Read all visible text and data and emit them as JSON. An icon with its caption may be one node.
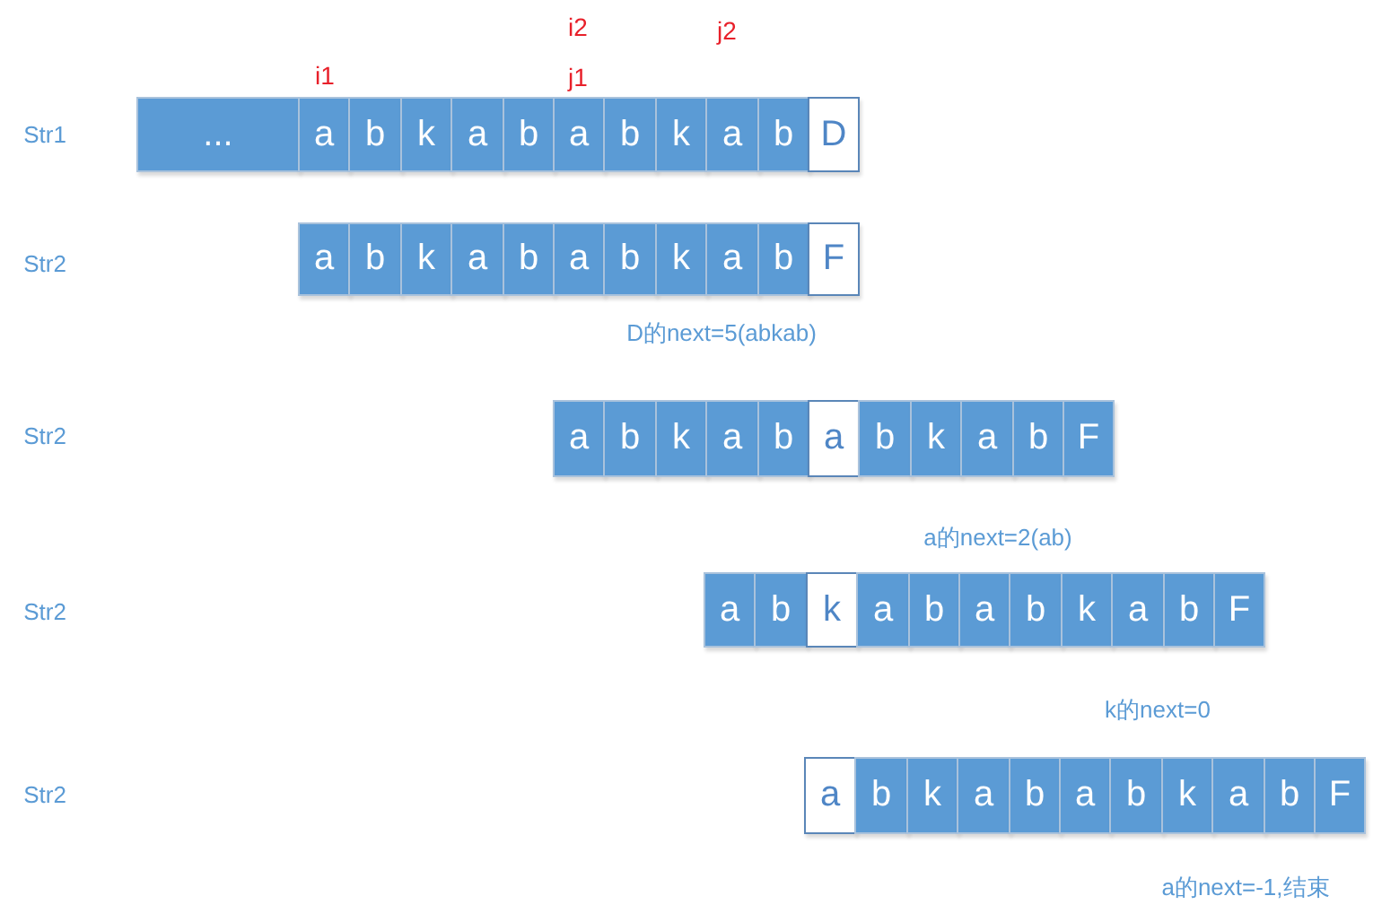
{
  "diagram": {
    "nodes": [
      {
        "text": [
          "..."
        ]
      },
      {
        "text": [
          "a"
        ]
      },
      {
        "text": [
          "b"
        ]
      },
      {
        "text": [
          "k"
        ]
      },
      {
        "text": [
          "a"
        ]
      },
      {
        "text": [
          "b"
        ]
      },
      {
        "text": [
          "a"
        ]
      },
      {
        "text": [
          "b"
        ]
      },
      {
        "text": [
          "k"
        ]
      },
      {
        "text": [
          "a"
        ]
      },
      {
        "text": [
          "b"
        ]
      },
      {
        "text": [
          "D"
        ]
      },
      {
        "text": [
          "a"
        ]
      },
      {
        "text": [
          "b"
        ]
      },
      {
        "text": [
          "k"
        ]
      },
      {
        "text": [
          "a"
        ]
      },
      {
        "text": [
          "b"
        ]
      },
      {
        "text": [
          "a"
        ]
      },
      {
        "text": [
          "b"
        ]
      },
      {
        "text": [
          "k"
        ]
      },
      {
        "text": [
          "a"
        ]
      },
      {
        "text": [
          "b"
        ]
      },
      {
        "text": [
          "F"
        ]
      },
      {
        "text": [
          "a"
        ]
      },
      {
        "text": [
          "b"
        ]
      },
      {
        "text": [
          "k"
        ]
      },
      {
        "text": [
          "a"
        ]
      },
      {
        "text": [
          "b"
        ]
      },
      {
        "text": [
          "a"
        ]
      },
      {
        "text": [
          "b"
        ]
      },
      {
        "text": [
          "k"
        ]
      },
      {
        "text": [
          "a"
        ]
      },
      {
        "text": [
          "b"
        ]
      },
      {
        "text": [
          "F"
        ]
      },
      {
        "text": [
          "a"
        ]
      },
      {
        "text": [
          "b"
        ]
      },
      {
        "text": [
          "k"
        ]
      },
      {
        "text": [
          "a"
        ]
      },
      {
        "text": [
          "b"
        ]
      },
      {
        "text": [
          "a"
        ]
      },
      {
        "text": [
          "b"
        ]
      },
      {
        "text": [
          "k"
        ]
      },
      {
        "text": [
          "a"
        ]
      },
      {
        "text": [
          "b"
        ]
      },
      {
        "text": [
          "F"
        ]
      },
      {
        "text": [
          "a"
        ]
      },
      {
        "text": [
          "b"
        ]
      },
      {
        "text": [
          "k"
        ]
      },
      {
        "text": [
          "a"
        ]
      },
      {
        "text": [
          "b"
        ]
      },
      {
        "text": [
          "a"
        ]
      },
      {
        "text": [
          "b"
        ]
      },
      {
        "text": [
          "k"
        ]
      },
      {
        "text": [
          "a"
        ]
      },
      {
        "text": [
          "b"
        ]
      },
      {
        "text": [
          "F"
        ]
      }
    ],
    "labels": [
      "i2",
      "j2",
      "i1",
      "j1",
      "Str1",
      "Str2",
      "D的next=5(abkab)",
      "Str2",
      "a的next=2(ab)",
      "Str2",
      "k的next=0",
      "Str2",
      "a的next=-1,结束"
    ]
  }
}
